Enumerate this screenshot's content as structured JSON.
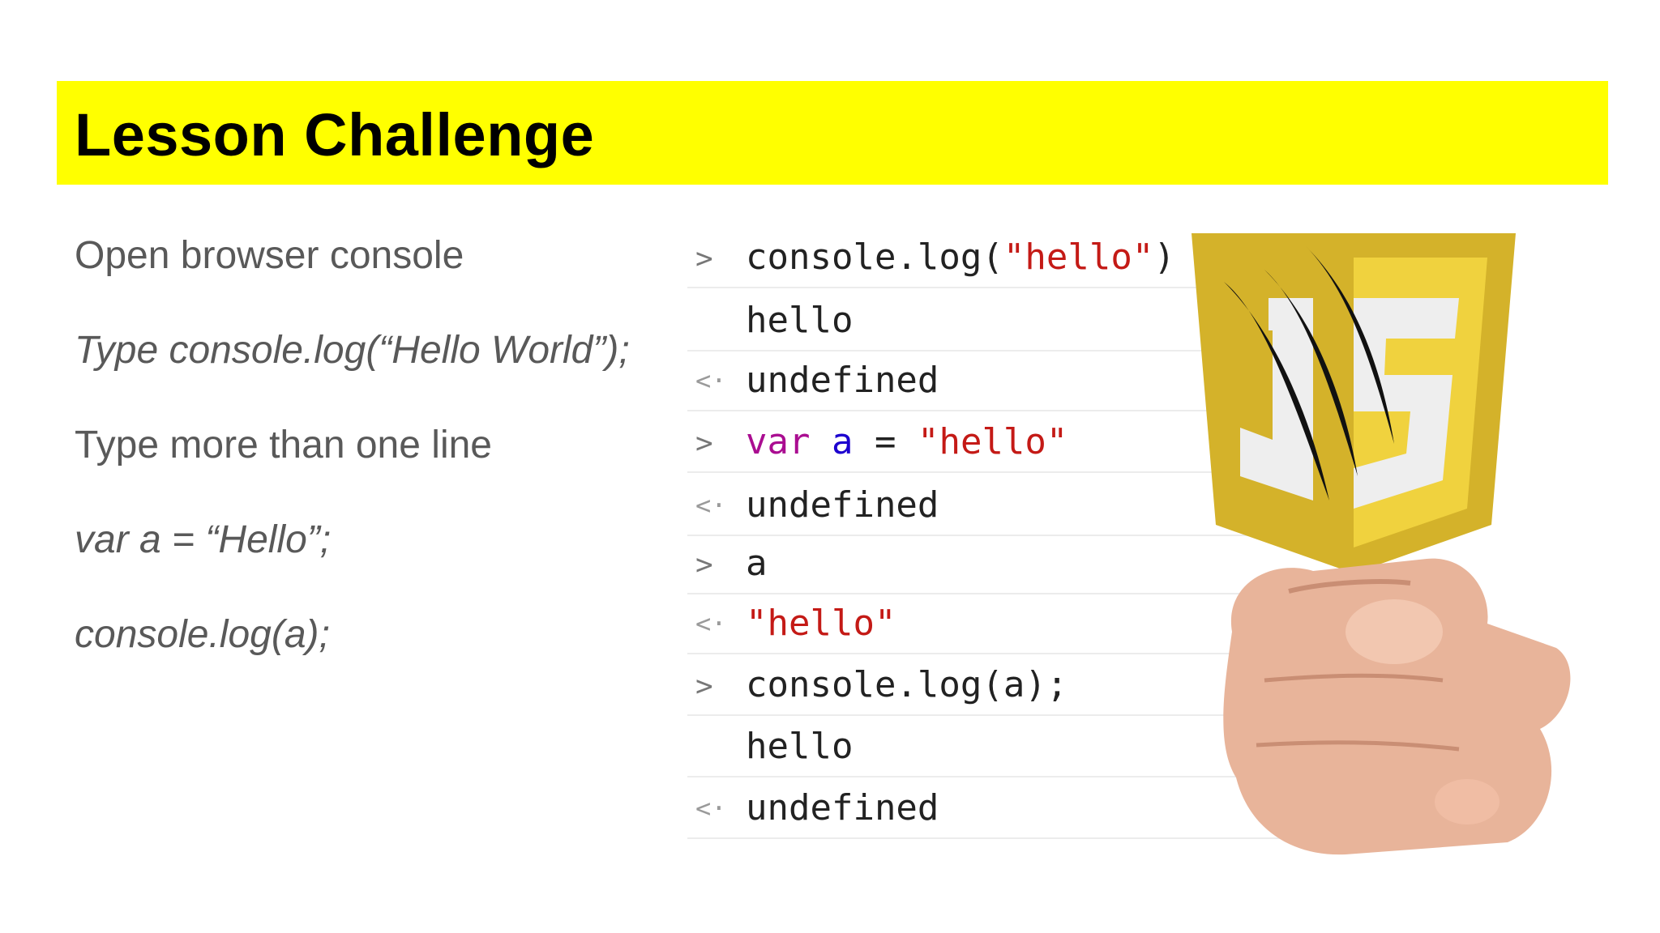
{
  "title": "Lesson Challenge",
  "bullets": [
    {
      "text": "Open browser console",
      "italic": false
    },
    {
      "text": "Type console.log(“Hello World”);",
      "italic": true
    },
    {
      "text": "Type more than one line",
      "italic": false
    },
    {
      "text": "var a = “Hello”;",
      "italic": true
    },
    {
      "text": "console.log(a);",
      "italic": true
    }
  ],
  "console": {
    "rows": [
      {
        "prompt": ">",
        "parts": [
          {
            "t": "console.log(",
            "c": ""
          },
          {
            "t": "\"hello\"",
            "c": "str"
          },
          {
            "t": ")",
            "c": ""
          }
        ]
      },
      {
        "prompt": "",
        "parts": [
          {
            "t": "hello",
            "c": ""
          }
        ]
      },
      {
        "prompt": "<·",
        "parts": [
          {
            "t": "undefined",
            "c": "muted"
          }
        ]
      },
      {
        "prompt": ">",
        "parts": [
          {
            "t": "var",
            "c": "kw"
          },
          {
            "t": " ",
            "c": ""
          },
          {
            "t": "a",
            "c": "ident"
          },
          {
            "t": " = ",
            "c": ""
          },
          {
            "t": "\"hello\"",
            "c": "str"
          }
        ]
      },
      {
        "prompt": "<·",
        "parts": [
          {
            "t": "undefined",
            "c": "muted"
          }
        ]
      },
      {
        "prompt": ">",
        "parts": [
          {
            "t": "a",
            "c": ""
          }
        ]
      },
      {
        "prompt": "<·",
        "parts": [
          {
            "t": "\"hello\"",
            "c": "str"
          }
        ]
      },
      {
        "prompt": ">",
        "parts": [
          {
            "t": "console.log(a);",
            "c": ""
          }
        ]
      },
      {
        "prompt": "",
        "parts": [
          {
            "t": "hello",
            "c": ""
          }
        ]
      },
      {
        "prompt": "<·",
        "parts": [
          {
            "t": "undefined",
            "c": "muted"
          }
        ]
      }
    ]
  },
  "logo": {
    "icon": "js-shield-logo-icon",
    "colors": {
      "shield_dark": "#d4b22a",
      "shield_light": "#f0d23e",
      "letters": "#eeeeee",
      "claw": "#111111"
    }
  },
  "hand": {
    "icon": "pointing-hand-icon",
    "skin": "#e8b49a"
  },
  "colors": {
    "title_bar": "#ffff00",
    "bullet_text": "#595959"
  }
}
